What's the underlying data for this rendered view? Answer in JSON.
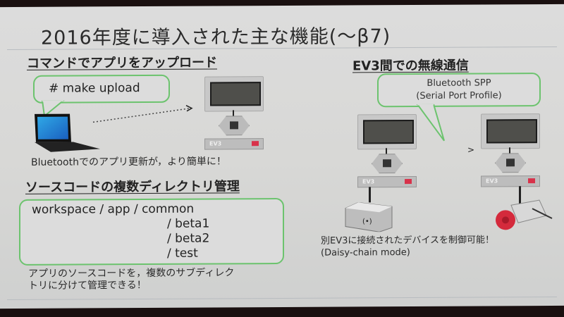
{
  "slide": {
    "title": "2016年度に導入された主な機能(〜β7)",
    "left": {
      "section1": {
        "heading": "コマンドでアプリをアップロード",
        "bubble_text": "# make upload",
        "caption": "Bluetoothでのアプリ更新が，より簡単に！"
      },
      "section2": {
        "heading": "ソースコードの複数ディレクトリ管理",
        "tree_lines": [
          "workspace / app / common",
          "/ beta1",
          "/ beta2",
          "/ test"
        ],
        "caption_line1": "アプリのソースコードを，複数のサブディレク",
        "caption_line2": "トリに分けて管理できる！"
      }
    },
    "right": {
      "heading": "EV3間での無線通信",
      "bubble_line1": "Bluetooth SPP",
      "bubble_line2": "(Serial Port Profile)",
      "caption_line1": "別EV3に接続されたデバイスを制御可能！",
      "caption_line2": "(Daisy-chain mode)",
      "ev3_label": "EV3"
    },
    "colors": {
      "bubble_border": "#6cc36e",
      "ev3_red": "#d8324a",
      "motor_red": "#d42a3c"
    }
  }
}
